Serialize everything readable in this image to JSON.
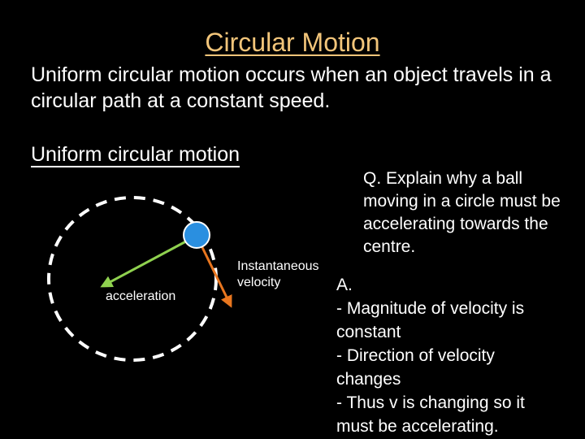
{
  "title": "Circular Motion",
  "intro": "Uniform circular motion occurs when an object travels in a circular path at a constant speed.",
  "subheading": "Uniform circular motion",
  "question": "Q. Explain why a ball moving in a circle must be accelerating towards the centre.",
  "answer": {
    "lines": [
      "A.",
      "- Magnitude of velocity is",
      "constant",
      "- Direction of velocity",
      "changes",
      "- Thus v is changing so it",
      "must be accelerating."
    ]
  },
  "diagram": {
    "acceleration_label": "acceleration",
    "velocity_label_line1": "Instantaneous",
    "velocity_label_line2": "velocity",
    "colors": {
      "path": "#ffffff",
      "ball": "#2a8fe0",
      "acceleration_arrow": "#8fd14f",
      "velocity_arrow": "#e8761f"
    }
  }
}
